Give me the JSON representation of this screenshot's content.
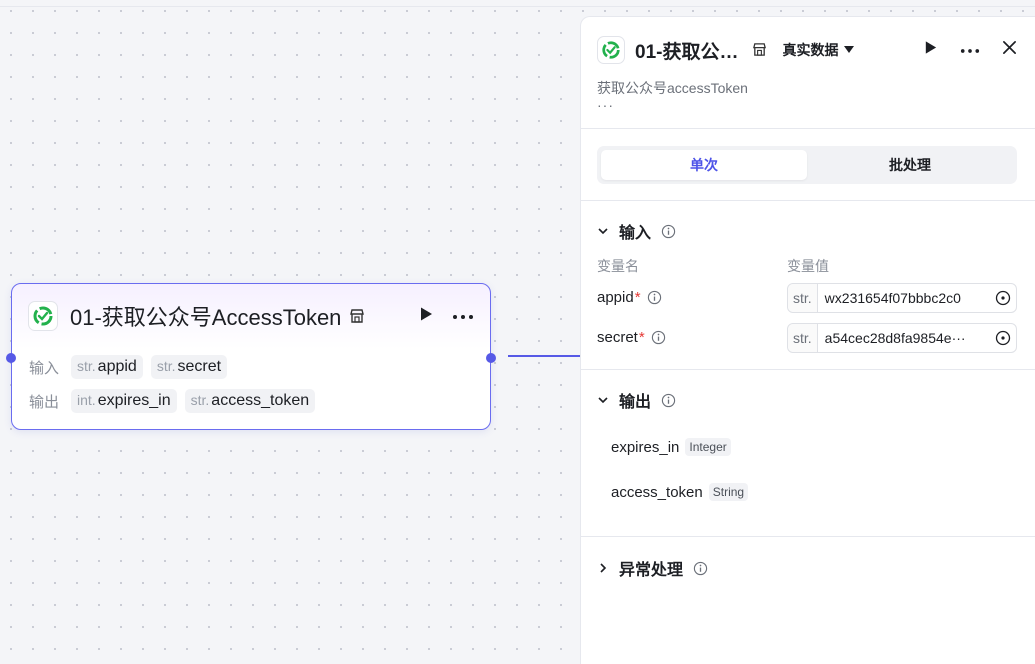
{
  "node": {
    "title": "01-获取公众号AccessToken",
    "input_label": "输入",
    "output_label": "输出",
    "inputs": [
      {
        "type": "str.",
        "name": "appid"
      },
      {
        "type": "str.",
        "name": "secret"
      }
    ],
    "outputs": [
      {
        "type": "int.",
        "name": "expires_in"
      },
      {
        "type": "str.",
        "name": "access_token"
      }
    ]
  },
  "panel": {
    "title": "01-获取公…",
    "data_mode": "真实数据",
    "description": "获取公众号accessToken",
    "description_more": "···",
    "tabs": [
      "单次",
      "批处理"
    ],
    "active_tab": "单次",
    "input_section": "输入",
    "col_name": "变量名",
    "col_value": "变量值",
    "variables": [
      {
        "name": "appid",
        "required": "*",
        "type": "str.",
        "value": "wx231654f07bbbc2c0"
      },
      {
        "name": "secret",
        "required": "*",
        "type": "str.",
        "value": "a54cec28d8fa9854e···"
      }
    ],
    "output_section": "输出",
    "outputs": [
      {
        "name": "expires_in",
        "type": "Integer"
      },
      {
        "name": "access_token",
        "type": "String"
      }
    ],
    "error_section": "异常处理"
  },
  "colors": {
    "accent": "#4d53e8",
    "edge": "#5659e6",
    "logo_green": "#22b14c",
    "required": "#e53935"
  }
}
